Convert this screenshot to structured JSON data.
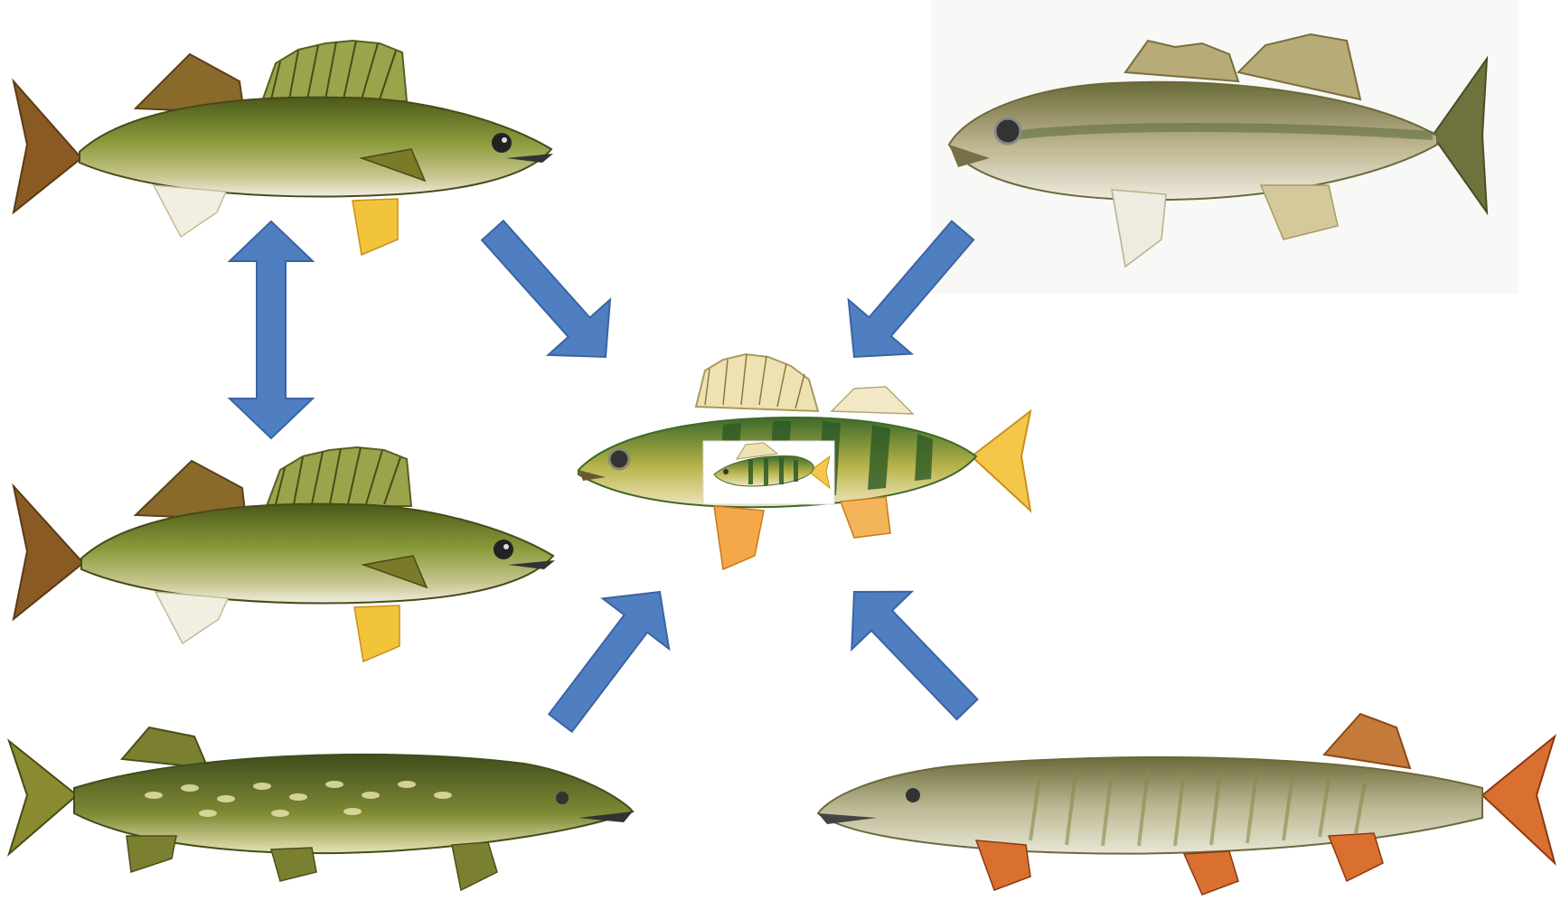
{
  "diagram": {
    "nodes": [
      {
        "id": "walleye-top",
        "icon": "walleye-fish-icon"
      },
      {
        "id": "walleye-middle",
        "icon": "walleye-fish-icon"
      },
      {
        "id": "northern-pike",
        "icon": "pike-fish-icon"
      },
      {
        "id": "largemouth-bass",
        "icon": "bass-fish-icon"
      },
      {
        "id": "yellow-perch",
        "icon": "perch-fish-icon"
      },
      {
        "id": "muskellunge",
        "icon": "muskie-fish-icon"
      }
    ],
    "edges": [
      {
        "from": "walleye-top",
        "to": "walleye-middle",
        "direction": "both"
      },
      {
        "from": "walleye-top",
        "to": "yellow-perch",
        "direction": "forward"
      },
      {
        "from": "largemouth-bass",
        "to": "yellow-perch",
        "direction": "forward"
      },
      {
        "from": "northern-pike",
        "to": "yellow-perch",
        "direction": "forward"
      },
      {
        "from": "muskellunge",
        "to": "yellow-perch",
        "direction": "forward"
      }
    ],
    "colors": {
      "arrow_fill": "#4f7fc1",
      "arrow_stroke": "#3a64a3"
    }
  }
}
